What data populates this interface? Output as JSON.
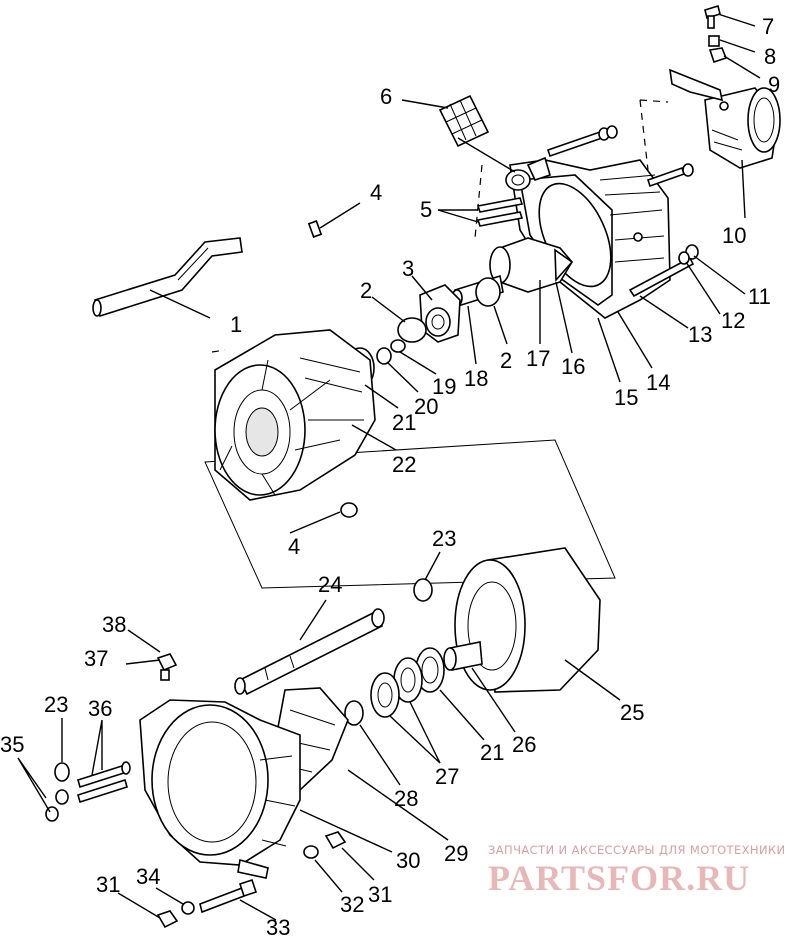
{
  "diagram": {
    "part_numbers": [
      "1",
      "2",
      "2",
      "3",
      "4",
      "4",
      "5",
      "6",
      "7",
      "8",
      "9",
      "10",
      "11",
      "12",
      "13",
      "14",
      "15",
      "16",
      "17",
      "18",
      "19",
      "20",
      "21",
      "21",
      "22",
      "23",
      "23",
      "24",
      "25",
      "26",
      "27",
      "28",
      "29",
      "30",
      "31",
      "31",
      "32",
      "33",
      "34",
      "35",
      "36",
      "37",
      "38"
    ]
  },
  "watermark": {
    "top": "ЗАПЧАСТИ И АКСЕССУАРЫ ДЛЯ МОТОТЕХНИКИ",
    "logo": "PARTSFOR.RU",
    "color": "#e8b8b8"
  }
}
